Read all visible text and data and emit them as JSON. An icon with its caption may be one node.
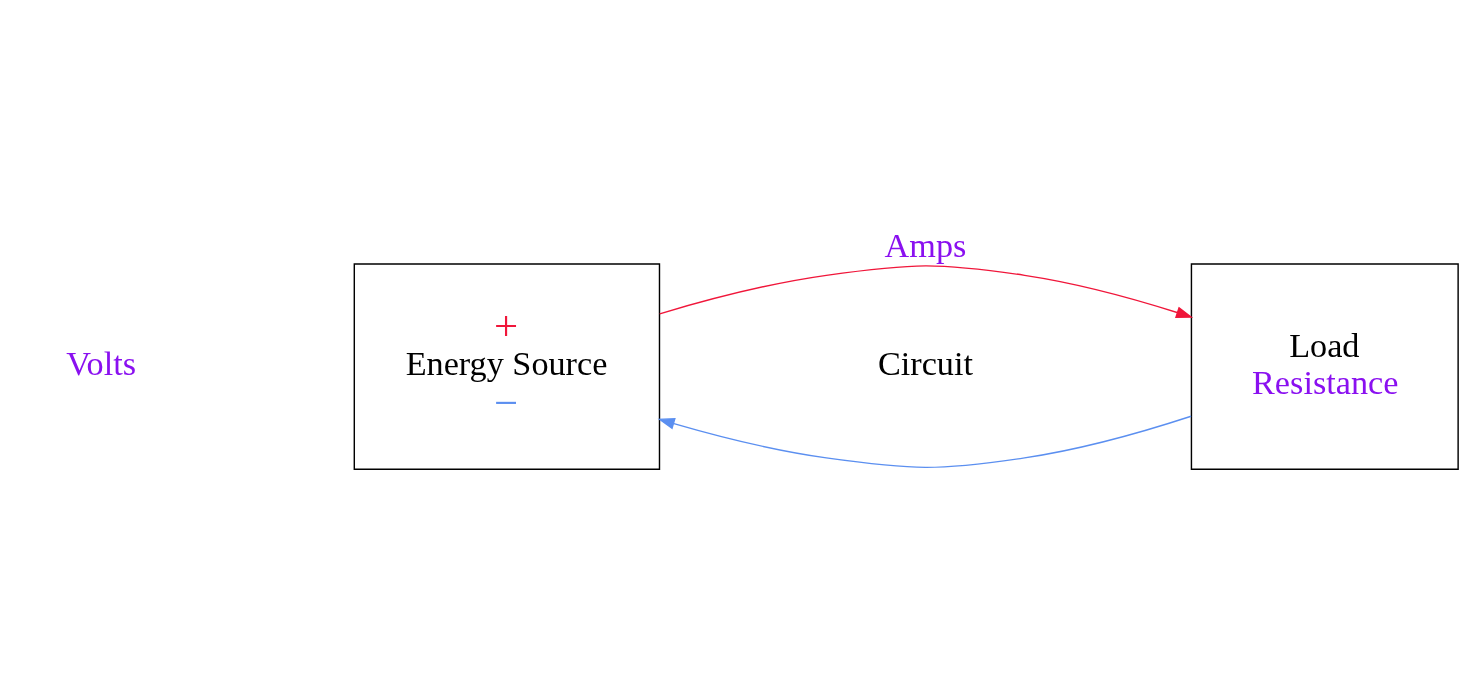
{
  "diagram": {
    "nodes": [
      {
        "text": [
          "+",
          "Energy Source",
          "−"
        ]
      },
      {
        "text": [
          "Load",
          "Resistance"
        ]
      }
    ],
    "edges": [
      {
        "from": 0,
        "to": 1,
        "arrow": "to",
        "label": "Amps",
        "color": "#f0163a"
      },
      {
        "from": 1,
        "to": 0,
        "arrow": "to",
        "color": "#5b8ff0"
      }
    ],
    "labels": [
      "Volts",
      "Circuit"
    ]
  }
}
